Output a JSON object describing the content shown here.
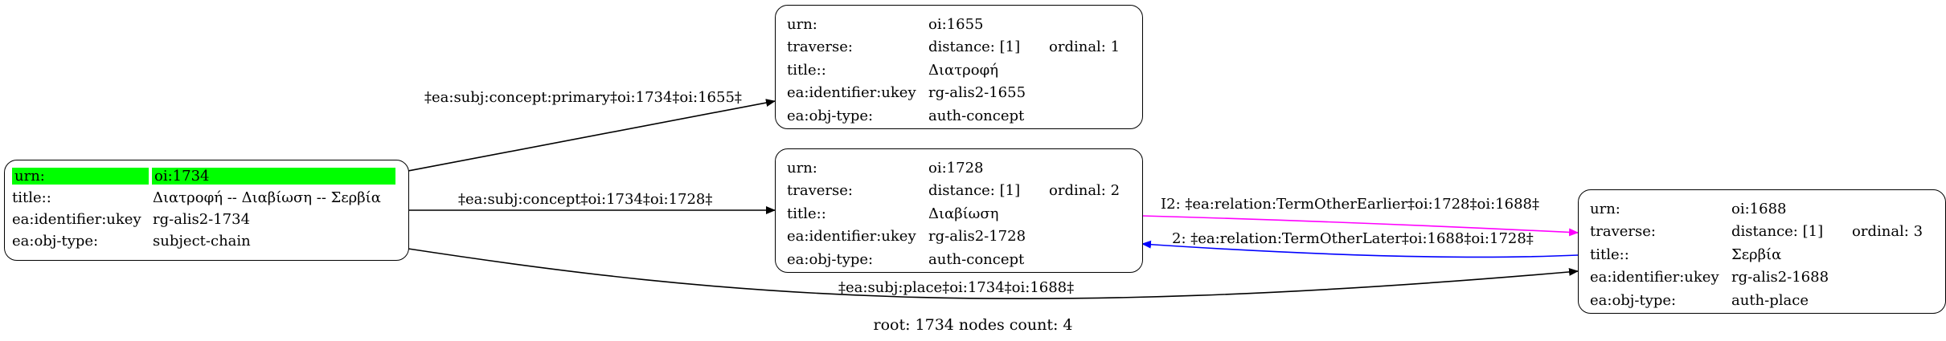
{
  "nodes": {
    "root": {
      "rows": [
        {
          "key": "urn:",
          "value": "oi:1734"
        },
        {
          "key": "title::",
          "value": "Διατροφή -- Διαβίωση -- Σερβία"
        },
        {
          "key": "ea:identifier:ukey",
          "value": "rg-alis2-1734"
        },
        {
          "key": "ea:obj-type:",
          "value": "subject-chain"
        }
      ],
      "highlight_color": "#00ff00"
    },
    "n1655": {
      "rows": [
        {
          "key": "urn:",
          "value": "oi:1655",
          "extra": ""
        },
        {
          "key": "traverse:",
          "value": "distance: [1]",
          "extra": "ordinal: 1"
        },
        {
          "key": "title::",
          "value": "Διατροφή",
          "extra": ""
        },
        {
          "key": "ea:identifier:ukey",
          "value": "rg-alis2-1655",
          "extra": ""
        },
        {
          "key": "ea:obj-type:",
          "value": "auth-concept",
          "extra": ""
        }
      ]
    },
    "n1728": {
      "rows": [
        {
          "key": "urn:",
          "value": "oi:1728",
          "extra": ""
        },
        {
          "key": "traverse:",
          "value": "distance: [1]",
          "extra": "ordinal: 2"
        },
        {
          "key": "title::",
          "value": "Διαβίωση",
          "extra": ""
        },
        {
          "key": "ea:identifier:ukey",
          "value": "rg-alis2-1728",
          "extra": ""
        },
        {
          "key": "ea:obj-type:",
          "value": "auth-concept",
          "extra": ""
        }
      ]
    },
    "n1688": {
      "rows": [
        {
          "key": "urn:",
          "value": "oi:1688",
          "extra": ""
        },
        {
          "key": "traverse:",
          "value": "distance: [1]",
          "extra": "ordinal: 3"
        },
        {
          "key": "title::",
          "value": "Σερβία",
          "extra": ""
        },
        {
          "key": "ea:identifier:ukey",
          "value": "rg-alis2-1688",
          "extra": ""
        },
        {
          "key": "ea:obj-type:",
          "value": "auth-place",
          "extra": ""
        }
      ]
    }
  },
  "edges": {
    "primary": {
      "label": "‡ea:subj:concept:primary‡oi:1734‡oi:1655‡",
      "color": "#000000"
    },
    "concept": {
      "label": "‡ea:subj:concept‡oi:1734‡oi:1728‡",
      "color": "#000000"
    },
    "place": {
      "label": "‡ea:subj:place‡oi:1734‡oi:1688‡",
      "color": "#000000"
    },
    "earlier": {
      "label": "I2: ‡ea:relation:TermOtherEarlier‡oi:1728‡oi:1688‡",
      "color": "#ff00ff"
    },
    "later": {
      "label": "2: ‡ea:relation:TermOtherLater‡oi:1688‡oi:1728‡",
      "color": "#0000ff"
    }
  },
  "footer": "root: 1734 nodes count: 4"
}
